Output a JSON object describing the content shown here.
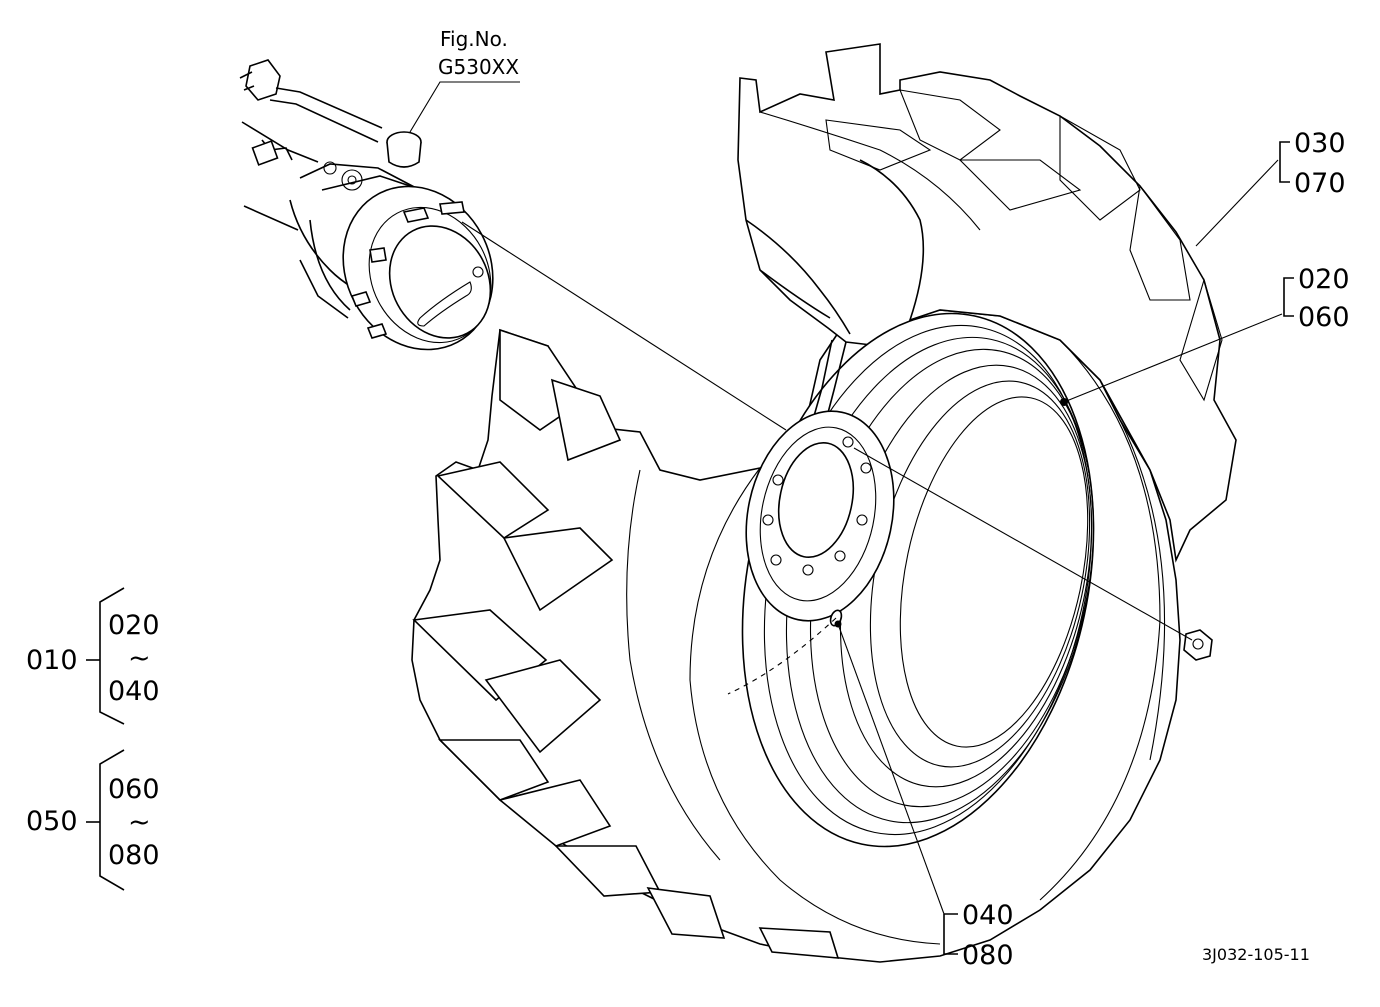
{
  "figure_ref": {
    "line1": "Fig.No.",
    "line2": "G530XX"
  },
  "callouts": {
    "c030": "030",
    "c070": "070",
    "c020": "020",
    "c060": "060",
    "c040": "040",
    "c080": "080"
  },
  "assemblies": [
    {
      "parent": "010",
      "from": "020",
      "range": "~",
      "to": "040"
    },
    {
      "parent": "050",
      "from": "060",
      "range": "~",
      "to": "080"
    }
  ],
  "drawing_code": "3J032-105-11"
}
